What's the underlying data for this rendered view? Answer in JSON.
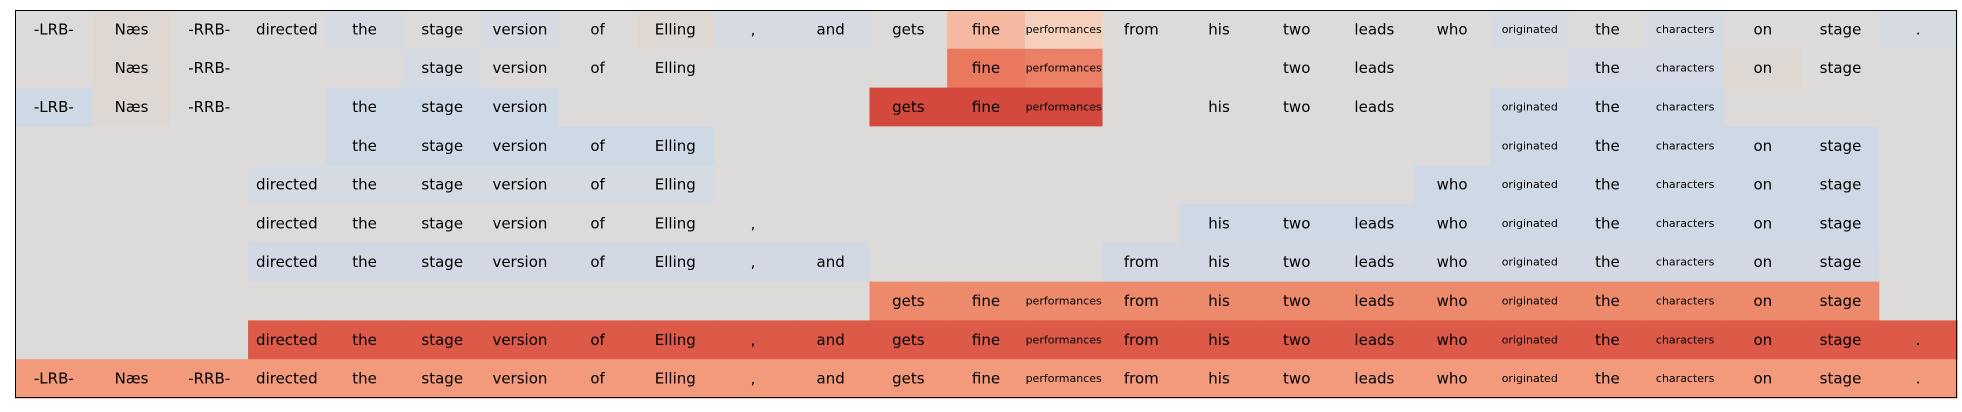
{
  "chart_data": {
    "type": "heatmap",
    "title": "",
    "xlabel": "",
    "ylabel": "",
    "grid": false,
    "colors": {
      "background": "#dcdbda",
      "neutral": "#dcdbda",
      "negative_strong": "#cfd9e6",
      "positive_scale": [
        "#f3c9b2",
        "#f5b8a0",
        "#f39a7c",
        "#ee8a6c",
        "#ea7a62",
        "#e06a58",
        "#dd5a48",
        "#d4493d"
      ]
    },
    "tokens": [
      "-LRB-",
      "Næs",
      "-RRB-",
      "directed",
      "the",
      "stage",
      "version",
      "of",
      "Elling",
      ",",
      "and",
      "gets",
      "fine",
      "performances",
      "from",
      "his",
      "two",
      "leads",
      "who",
      "originated",
      "the",
      "characters",
      "on",
      "stage",
      "."
    ],
    "rows": [
      {
        "visible": [
          1,
          1,
          1,
          1,
          1,
          1,
          1,
          1,
          1,
          1,
          1,
          1,
          1,
          1,
          1,
          1,
          1,
          1,
          1,
          1,
          1,
          1,
          1,
          1,
          1
        ],
        "cells": [
          "#dcdbda",
          "#dfd8d2",
          "#dcdbda",
          "#dcdbda",
          "#d6dae2",
          "#dcdbda",
          "#d6dae2",
          "#dcdbda",
          "#dfd8d2",
          "#d6dae2",
          "#d6dae2",
          "#dcdbda",
          "#f5b8a0",
          "#f6d0bd",
          "#dcdbda",
          "#dcdbda",
          "#dcdbda",
          "#dcdbda",
          "#dcdbda",
          "#d6dae2",
          "#dcdbda",
          "#d6dae2",
          "#dcdbda",
          "#dcdbda",
          "#d6dae2"
        ]
      },
      {
        "visible": [
          0,
          1,
          1,
          0,
          0,
          1,
          1,
          1,
          1,
          0,
          0,
          0,
          1,
          1,
          0,
          0,
          1,
          1,
          0,
          0,
          1,
          1,
          1,
          1,
          0
        ],
        "cells": [
          "#dcdbda",
          "#dfd8d2",
          "#dcdbda",
          "#dcdbda",
          "#dcdbda",
          "#d6dae2",
          "#dcdbda",
          "#dcdbda",
          "#dcdbda",
          "#dcdbda",
          "#dcdbda",
          "#dcdbda",
          "#e9785f",
          "#ec8067",
          "#dcdbda",
          "#dcdbda",
          "#dcdbda",
          "#dcdbda",
          "#dcdbda",
          "#dcdbda",
          "#d3dae6",
          "#d3dae6",
          "#dfd8d2",
          "#dcdbda",
          "#dcdbda"
        ]
      },
      {
        "visible": [
          1,
          1,
          1,
          0,
          1,
          1,
          1,
          0,
          0,
          0,
          0,
          1,
          1,
          1,
          0,
          1,
          1,
          1,
          0,
          1,
          1,
          1,
          0,
          0,
          0
        ],
        "cells": [
          "#cfd9e6",
          "#dfd8d2",
          "#dcdbda",
          "#dcdbda",
          "#cfd9e6",
          "#cfd9e6",
          "#cfd9e6",
          "#dcdbda",
          "#dcdbda",
          "#dcdbda",
          "#dcdbda",
          "#d4493d",
          "#d4493d",
          "#d4493d",
          "#dcdbda",
          "#dcdbda",
          "#dcdbda",
          "#dcdbda",
          "#dcdbda",
          "#cfd9e6",
          "#cfd9e6",
          "#cfd9e6",
          "#dcdbda",
          "#dcdbda",
          "#dcdbda"
        ]
      },
      {
        "visible": [
          0,
          0,
          0,
          0,
          1,
          1,
          1,
          1,
          1,
          0,
          0,
          0,
          0,
          0,
          0,
          0,
          0,
          0,
          0,
          1,
          1,
          1,
          1,
          1,
          0
        ],
        "cells": [
          "#dcdbda",
          "#dcdbda",
          "#dcdbda",
          "#dcdbda",
          "#cfd9e6",
          "#cfd9e6",
          "#cfd9e6",
          "#cfd9e6",
          "#cfd9e6",
          "#dcdbda",
          "#dcdbda",
          "#dcdbda",
          "#dcdbda",
          "#dcdbda",
          "#dcdbda",
          "#dcdbda",
          "#dcdbda",
          "#dcdbda",
          "#dcdbda",
          "#cfd9e6",
          "#cfd9e6",
          "#cfd9e6",
          "#cfd9e6",
          "#cfd9e6",
          "#dcdbda"
        ]
      },
      {
        "visible": [
          0,
          0,
          0,
          1,
          1,
          1,
          1,
          1,
          1,
          0,
          0,
          0,
          0,
          0,
          0,
          0,
          0,
          0,
          1,
          1,
          1,
          1,
          1,
          1,
          0
        ],
        "cells": [
          "#dcdbda",
          "#dcdbda",
          "#dcdbda",
          "#d6dae2",
          "#d6dae2",
          "#d6dae2",
          "#d6dae2",
          "#d6dae2",
          "#d6dae2",
          "#dcdbda",
          "#dcdbda",
          "#dcdbda",
          "#dcdbda",
          "#dcdbda",
          "#dcdbda",
          "#dcdbda",
          "#dcdbda",
          "#dcdbda",
          "#cfd9e6",
          "#cfd9e6",
          "#cfd9e6",
          "#cfd9e6",
          "#cfd9e6",
          "#cfd9e6",
          "#dcdbda"
        ]
      },
      {
        "visible": [
          0,
          0,
          0,
          1,
          1,
          1,
          1,
          1,
          1,
          1,
          0,
          0,
          0,
          0,
          0,
          1,
          1,
          1,
          1,
          1,
          1,
          1,
          1,
          1,
          0
        ],
        "cells": [
          "#dcdbda",
          "#dcdbda",
          "#dcdbda",
          "#dcdbda",
          "#dcdbda",
          "#dcdbda",
          "#dcdbda",
          "#dcdbda",
          "#dcdbda",
          "#dcdbda",
          "#dcdbda",
          "#dcdbda",
          "#dcdbda",
          "#dcdbda",
          "#dcdbda",
          "#cfd9e6",
          "#cfd9e6",
          "#cfd9e6",
          "#cfd9e6",
          "#cfd9e6",
          "#cfd9e6",
          "#cfd9e6",
          "#cfd9e6",
          "#cfd9e6",
          "#dcdbda"
        ]
      },
      {
        "visible": [
          0,
          0,
          0,
          1,
          1,
          1,
          1,
          1,
          1,
          1,
          1,
          0,
          0,
          0,
          1,
          1,
          1,
          1,
          1,
          1,
          1,
          1,
          1,
          1,
          0
        ],
        "cells": [
          "#dcdbda",
          "#dcdbda",
          "#dcdbda",
          "#d3d9e4",
          "#d3d9e4",
          "#d3d9e4",
          "#d3d9e4",
          "#d3d9e4",
          "#d3d9e4",
          "#d3d9e4",
          "#d3d9e4",
          "#dcdbda",
          "#dcdbda",
          "#dcdbda",
          "#d3d9e4",
          "#d3d9e4",
          "#d3d9e4",
          "#d3d9e4",
          "#d3d9e4",
          "#d3d9e4",
          "#d3d9e4",
          "#d3d9e4",
          "#d3d9e4",
          "#d3d9e4",
          "#dcdbda"
        ]
      },
      {
        "visible": [
          0,
          0,
          0,
          0,
          0,
          0,
          0,
          0,
          0,
          0,
          0,
          1,
          1,
          1,
          1,
          1,
          1,
          1,
          1,
          1,
          1,
          1,
          1,
          1,
          0
        ],
        "cells": [
          "#dcdbda",
          "#dcdbda",
          "#dcdbda",
          "#dcdbda",
          "#dcdbda",
          "#dcdbda",
          "#dcdbda",
          "#dcdbda",
          "#dcdbda",
          "#dcdbda",
          "#dcdbda",
          "#ee8a6c",
          "#ee8a6c",
          "#ee8a6c",
          "#ee8a6c",
          "#ee8a6c",
          "#ee8a6c",
          "#ee8a6c",
          "#ee8a6c",
          "#ee8a6c",
          "#ee8a6c",
          "#ee8a6c",
          "#ee8a6c",
          "#ee8a6c",
          "#dcdbda"
        ]
      },
      {
        "visible": [
          0,
          0,
          0,
          1,
          1,
          1,
          1,
          1,
          1,
          1,
          1,
          1,
          1,
          1,
          1,
          1,
          1,
          1,
          1,
          1,
          1,
          1,
          1,
          1,
          1
        ],
        "cells": [
          "#dcdbda",
          "#dcdbda",
          "#dcdbda",
          "#dd5a48",
          "#dd5a48",
          "#dd5a48",
          "#dd5a48",
          "#dd5a48",
          "#dd5a48",
          "#dd5a48",
          "#dd5a48",
          "#dd5a48",
          "#dd5a48",
          "#dd5a48",
          "#dd5a48",
          "#dd5a48",
          "#dd5a48",
          "#dd5a48",
          "#dd5a48",
          "#dd5a48",
          "#dd5a48",
          "#dd5a48",
          "#dd5a48",
          "#dd5a48",
          "#dd5a48"
        ]
      },
      {
        "visible": [
          1,
          1,
          1,
          1,
          1,
          1,
          1,
          1,
          1,
          1,
          1,
          1,
          1,
          1,
          1,
          1,
          1,
          1,
          1,
          1,
          1,
          1,
          1,
          1,
          1
        ],
        "cells": [
          "#f39a7c",
          "#f39a7c",
          "#f39a7c",
          "#f39a7c",
          "#f39a7c",
          "#f39a7c",
          "#f39a7c",
          "#f39a7c",
          "#f39a7c",
          "#f39a7c",
          "#f39a7c",
          "#f39a7c",
          "#f39a7c",
          "#f39a7c",
          "#f39a7c",
          "#f39a7c",
          "#f39a7c",
          "#f39a7c",
          "#f39a7c",
          "#f39a7c",
          "#f39a7c",
          "#f39a7c",
          "#f39a7c",
          "#f39a7c",
          "#f39a7c"
        ]
      }
    ]
  }
}
